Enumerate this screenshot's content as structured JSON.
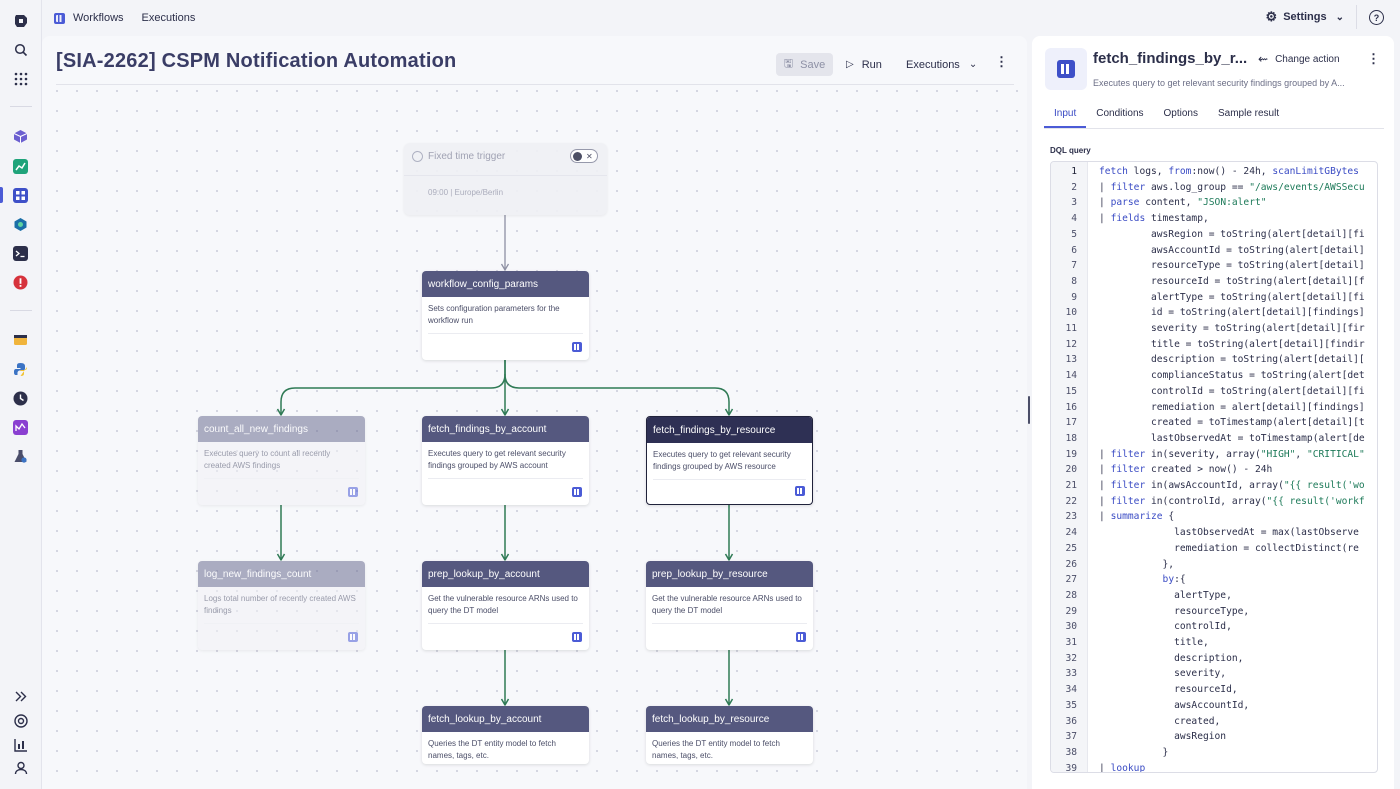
{
  "topbar": {
    "app_label": "Workflows",
    "tab_executions": "Executions",
    "settings_label": "Settings",
    "help_label": "?"
  },
  "header": {
    "title": "[SIA-2262] CSPM Notification Automation",
    "save_label": "Save",
    "run_label": "Run",
    "executions_label": "Executions"
  },
  "trigger": {
    "title": "Fixed time trigger",
    "schedule": "09:00 | Europe/Berlin"
  },
  "nodes": [
    {
      "title": "workflow_config_params",
      "desc": "Sets configuration parameters for the workflow run"
    },
    {
      "title": "count_all_new_findings",
      "desc": "Executes query to count all recently created AWS findings"
    },
    {
      "title": "fetch_findings_by_account",
      "desc": "Executes query to get relevant security findings grouped by AWS account"
    },
    {
      "title": "fetch_findings_by_resource",
      "desc": "Executes query to get relevant security findings grouped by AWS resource"
    },
    {
      "title": "log_new_findings_count",
      "desc": "Logs total number of recently created AWS findings"
    },
    {
      "title": "prep_lookup_by_account",
      "desc": "Get the vulnerable resource ARNs used to query the DT model"
    },
    {
      "title": "prep_lookup_by_resource",
      "desc": "Get the vulnerable resource ARNs used to query the DT model"
    },
    {
      "title": "fetch_lookup_by_account",
      "desc": "Queries the DT entity model to fetch names, tags, etc."
    },
    {
      "title": "fetch_lookup_by_resource",
      "desc": "Queries the DT entity model to fetch names, tags, etc."
    }
  ],
  "panel": {
    "action_title": "fetch_findings_by_r...",
    "change_action": "Change action",
    "description": "Executes query to get relevant security findings grouped by A...",
    "tabs": [
      "Input",
      "Conditions",
      "Options",
      "Sample result"
    ],
    "query_label": "DQL query"
  },
  "code_lines": [
    "fetch logs, from:now() - 24h, scanLimitGBytes",
    "| filter aws.log_group == \"/aws/events/AWSSecu",
    "| parse content, \"JSON:alert\"",
    "| fields timestamp,",
    "         awsRegion = toString(alert[detail][fi",
    "         awsAccountId = toString(alert[detail]",
    "         resourceType = toString(alert[detail]",
    "         resourceId = toString(alert[detail][f",
    "         alertType = toString(alert[detail][fi",
    "         id = toString(alert[detail][findings]",
    "         severity = toString(alert[detail][fir",
    "         title = toString(alert[detail][findir",
    "         description = toString(alert[detail][",
    "         complianceStatus = toString(alert[det",
    "         controlId = toString(alert[detail][fi",
    "         remediation = alert[detail][findings]",
    "         created = toTimestamp(alert[detail][t",
    "         lastObservedAt = toTimestamp(alert[de",
    "| filter in(severity, array(\"HIGH\", \"CRITICAL\"",
    "| filter created > now() - 24h",
    "| filter in(awsAccountId, array(\"{{ result('wo",
    "| filter in(controlId, array(\"{{ result('workf",
    "| summarize {",
    "             lastObservedAt = max(lastObserve",
    "             remediation = collectDistinct(re",
    "           },",
    "           by:{",
    "             alertType,",
    "             resourceType,",
    "             controlId,",
    "             title,",
    "             description,",
    "             severity,",
    "             resourceId,",
    "             awsAccountId,",
    "             created,",
    "             awsRegion",
    "           }",
    "| lookup"
  ],
  "line_numbers": [
    "1",
    "2",
    "3",
    "4",
    "5",
    "6",
    "7",
    "8",
    "9",
    "10",
    "11",
    "12",
    "13",
    "14",
    "15",
    "16",
    "17",
    "18",
    "19",
    "20",
    "21",
    "22",
    "23",
    "24",
    "25",
    "26",
    "27",
    "28",
    "29",
    "30",
    "31",
    "32",
    "33",
    "34",
    "35",
    "36",
    "37",
    "38",
    "39"
  ],
  "colors": {
    "accent": "#4b5bd6",
    "node_header": "#55587f",
    "node_selected_header": "#2e3054",
    "edge": "#2f7a55",
    "page_bg": "#f3f4f8"
  }
}
